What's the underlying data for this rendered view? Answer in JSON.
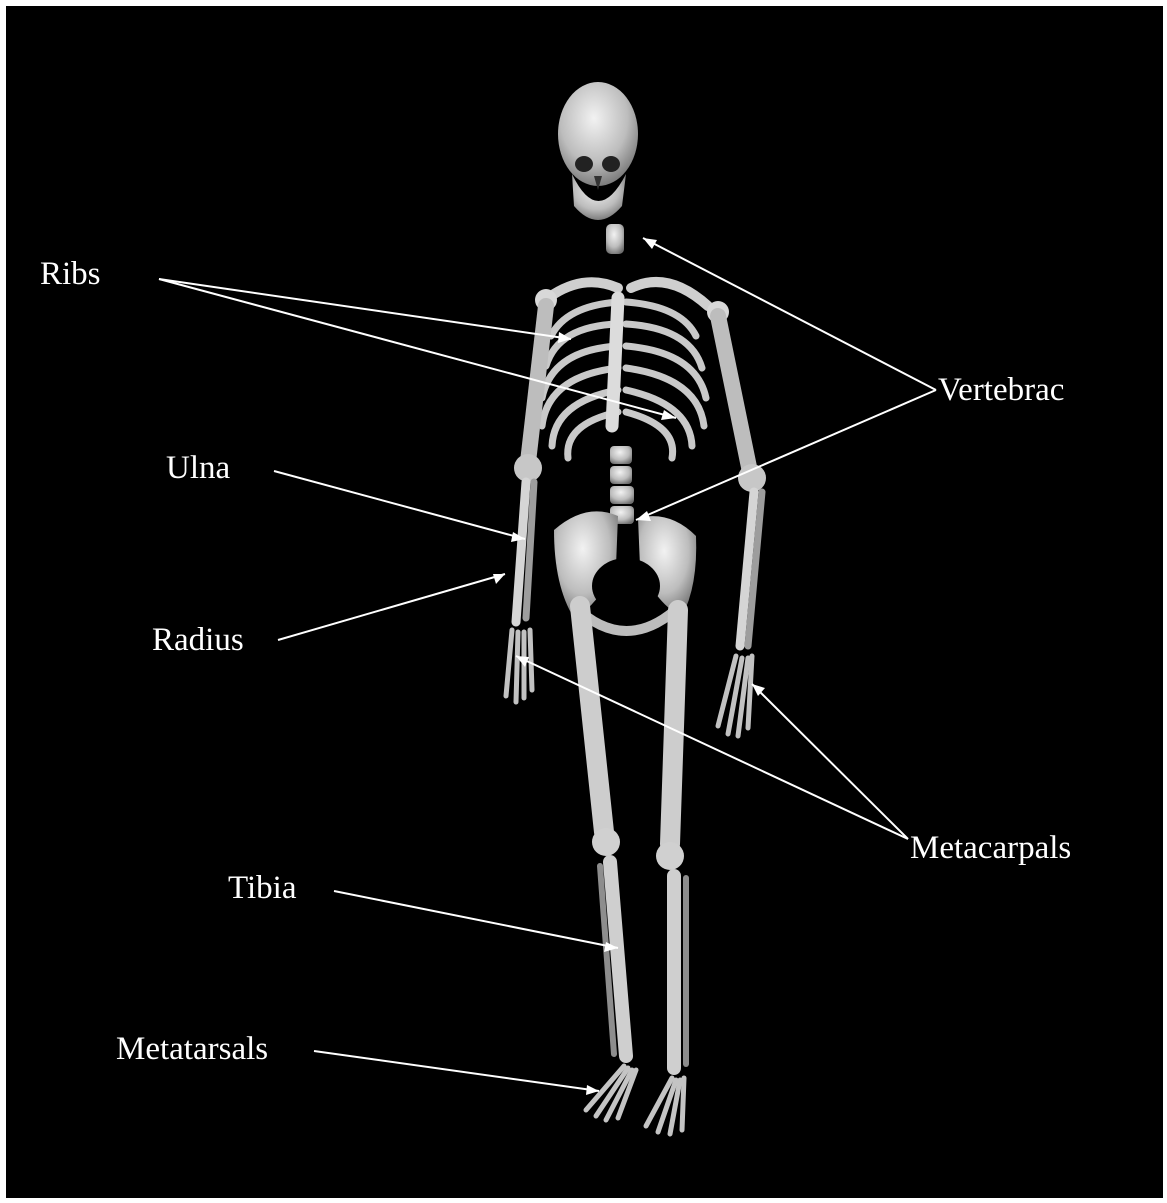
{
  "colors": {
    "background": "#000000",
    "bone": "#d8d8d8",
    "label": "#ffffff"
  },
  "labels": {
    "ribs": "Ribs",
    "vertebrae": "Vertebrac",
    "ulna": "Ulna",
    "radius": "Radius",
    "metacarpals": "Metacarpals",
    "tibia": "Tibia",
    "metatarsals": "Metatarsals"
  }
}
